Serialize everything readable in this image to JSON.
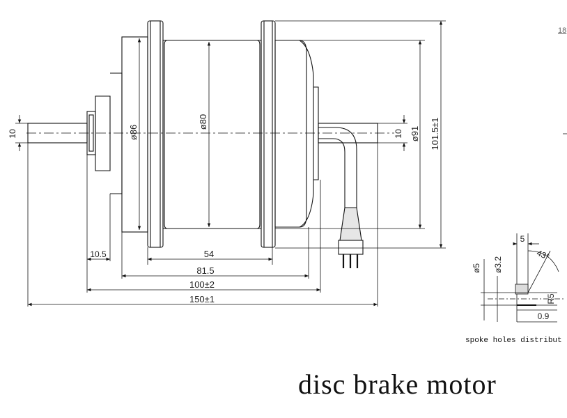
{
  "title": "disc brake motor",
  "note": "spoke holes distribut",
  "corner_mark": "18",
  "dimensions": {
    "shaft_left": "10",
    "shaft_right": "10",
    "d86": "ø86",
    "d80": "ø80",
    "d91": "ø91",
    "d101": "101.5±1",
    "w10_5": "10.5",
    "w54": "54",
    "w81_5": "81.5",
    "w100": "100±2",
    "w150": "150±1"
  },
  "detail": {
    "top": "5",
    "angle": "43°",
    "d5": "ø5",
    "d3_2": "ø3.2",
    "r5": "R5",
    "t0_9": "0.9"
  }
}
